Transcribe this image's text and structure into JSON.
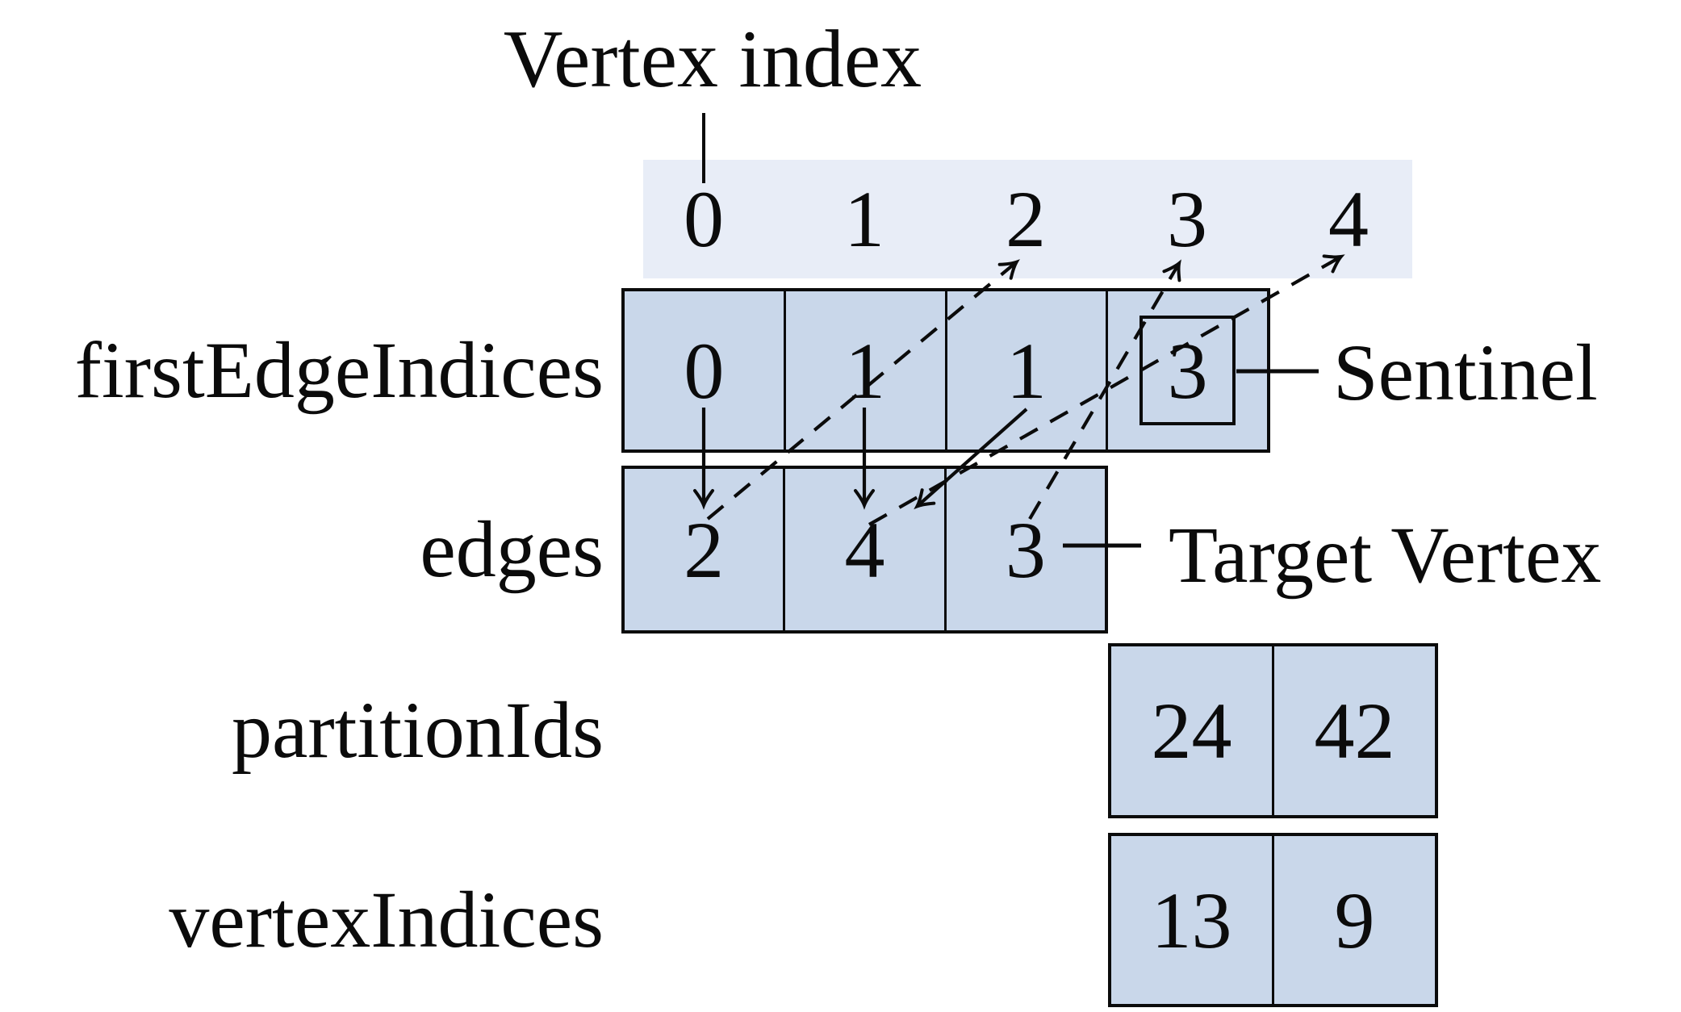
{
  "title": "Vertex index",
  "vertex_index_band": {
    "values": [
      "0",
      "1",
      "2",
      "3",
      "4"
    ]
  },
  "arrays": {
    "firstEdgeIndices": {
      "label": "firstEdgeIndices",
      "values": [
        "0",
        "1",
        "1",
        "3"
      ]
    },
    "edges": {
      "label": "edges",
      "values": [
        "2",
        "4",
        "3"
      ]
    },
    "partitionIds": {
      "label": "partitionIds",
      "values": [
        "24",
        "42"
      ]
    },
    "vertexIndices": {
      "label": "vertexIndices",
      "values": [
        "13",
        "9"
      ]
    }
  },
  "annotations": {
    "sentinel_label": "Sentinel",
    "target_vertex_label": "Target Vertex"
  },
  "colors": {
    "cell_fill": "#c9d7ea",
    "band_fill": "#e8edf7",
    "line": "#0b0b0b"
  }
}
